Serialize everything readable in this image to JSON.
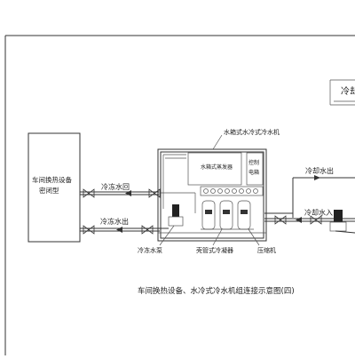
{
  "labels": {
    "top_right_partial": "冷却",
    "unit_title": "水箱式水冷式冷水机",
    "workshop_line1": "车间换热设备",
    "workshop_line2": "密闭型",
    "chilled_return": "冷冻水回",
    "chilled_supply": "冷冻水出",
    "tank_label": "水箱式蒸发器",
    "control_line1": "控制",
    "control_line2": "电箱",
    "cooling_out": "冷却水出",
    "cooling_in": "冷却水入",
    "chilled_pump": "冷冻水泵",
    "condenser": "壳管式冷凝器",
    "compressor": "压缩机",
    "caption": "车间换热设备、水冷式冷水机组连接示意图(四)"
  }
}
